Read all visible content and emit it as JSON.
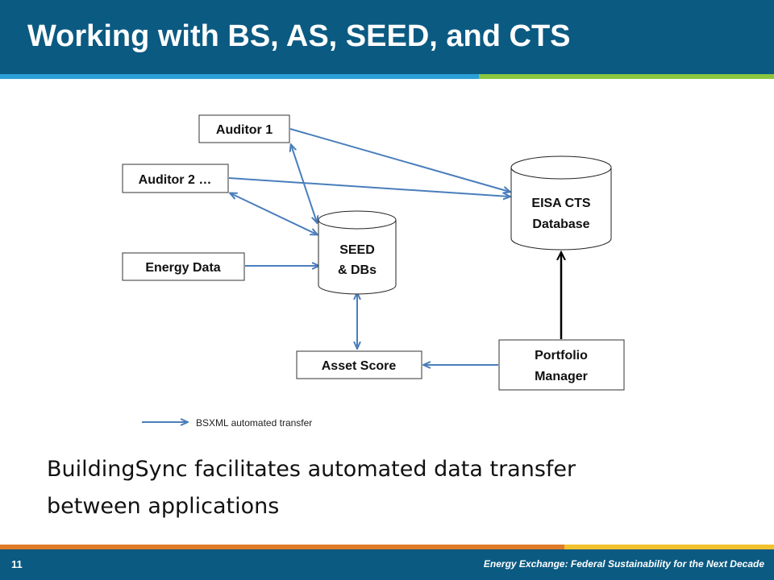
{
  "header": {
    "title": "Working with BS, AS, SEED, and CTS"
  },
  "diagram": {
    "nodes": {
      "auditor1": "Auditor 1",
      "auditor2": "Auditor 2 …",
      "energy_data": "Energy Data",
      "seed_line1": "SEED",
      "seed_line2": "& DBs",
      "eisa_line1": "EISA CTS",
      "eisa_line2": "Database",
      "asset_score": "Asset Score",
      "portfolio_line1": "Portfolio",
      "portfolio_line2": "Manager"
    },
    "legend": {
      "label": "BSXML automated transfer"
    },
    "colors": {
      "arrow_blue": "#4a7ebb",
      "arrow_black": "#000000"
    }
  },
  "caption": {
    "text": "BuildingSync facilitates automated data transfer between applications"
  },
  "footer": {
    "page_number": "11",
    "text": "Energy Exchange: Federal Sustainability for the Next Decade"
  }
}
